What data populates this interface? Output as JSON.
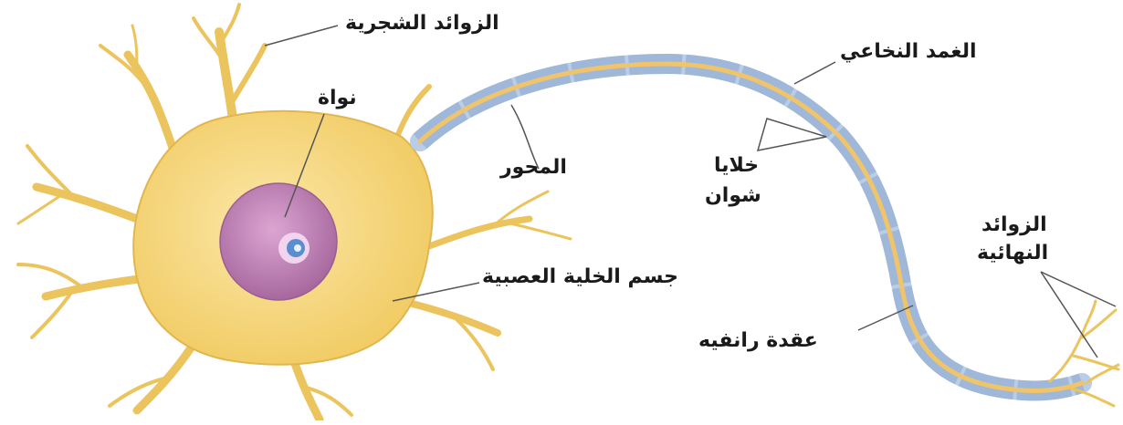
{
  "labels": {
    "dendrites": "الزوائد الشجرية",
    "nucleus": "نواة",
    "myelin_sheath": "الغمد النخاعي",
    "axon": "المحور",
    "schwann_cells_line1": "خلايا",
    "schwann_cells_line2": "شوان",
    "axon_terminals_line1": "الزوائد",
    "axon_terminals_line2": "النهائية",
    "cell_body": "جسم الخلية العصبية",
    "node_of_ranvier": "عقدة رانفيه"
  },
  "colors": {
    "cell_body": "#f6d67c",
    "cell_body_edge": "#e2b64e",
    "nucleus": "#c58bbb",
    "myelin": "#b9cde6",
    "myelin_edge": "#8aa6cc",
    "axon_core": "#f0c46a",
    "leader_line": "#555555"
  }
}
